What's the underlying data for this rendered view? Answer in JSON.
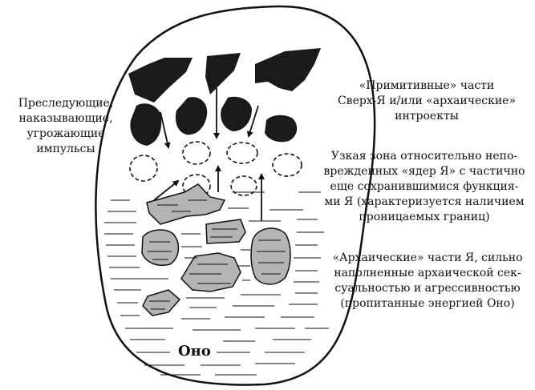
{
  "labels": {
    "left_impulses": "Преследующие,\nнаказывающие,\nугрожающие\nимпульсы",
    "primitive_superego": "«Примитивные» части\nСверх-Я и/или «архаические»\nинтроекты",
    "ego_nuclei_zone": "Узкая зона относительно непо-\nврежденных «ядер Я» с частично\nеще сохранившимися функция-\nми Я (характеризуется наличием\nпроницаемых границ)",
    "archaic_ego_parts": "«Архаические» части Я, сильно\nнаполненные архаической сек-\nсуальностью и агрессивностью\n(пропитанные энергией Оно)",
    "id": "Оно"
  },
  "colors": {
    "dark_introjects": "#1a1a1a",
    "archaic_parts_fill": "#b4b4b4",
    "outline": "#111111"
  }
}
